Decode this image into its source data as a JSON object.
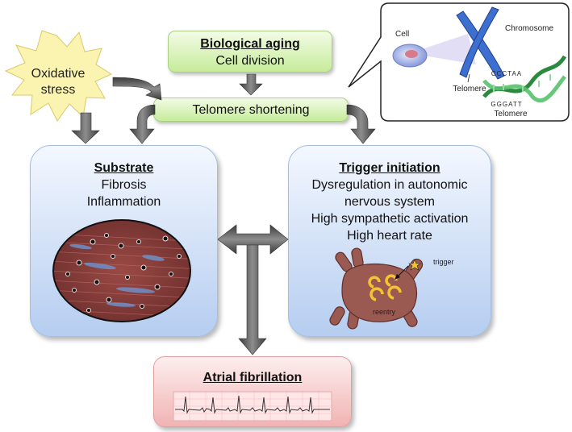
{
  "oxidative": {
    "line1": "Oxidative",
    "line2": "stress"
  },
  "aging": {
    "title": "Biological aging",
    "subtitle": "Cell division"
  },
  "telomere_box": {
    "label": "Telomere shortening"
  },
  "inset": {
    "cell": "Cell",
    "chromosome": "Chromosome",
    "telomere_label": "Telomere",
    "dna_top_seq": "CCCTAA",
    "dna_bottom_seq": "GGGATT",
    "dna_telomere_label": "Telomere"
  },
  "substrate": {
    "title": "Substrate",
    "item1": "Fibrosis",
    "item2": "Inflammation"
  },
  "trigger": {
    "title": "Trigger initiation",
    "line1": "Dysregulation in autonomic",
    "line2": "nervous system",
    "line3": "High sympathetic activation",
    "line4": "High heart rate",
    "trigger_label": "trigger",
    "reentry_label": "reentry"
  },
  "af": {
    "title": "Atrial fibrillation"
  },
  "colors": {
    "green_box": "#c6ec9a",
    "blue_box": "#b5cdf0",
    "red_box": "#f1b3b3",
    "starburst": "#fbf3b0",
    "tissue": "#8a3f3c",
    "atrium": "#9a5a52",
    "reentry": "#f4c430",
    "arrow": "#555555"
  }
}
